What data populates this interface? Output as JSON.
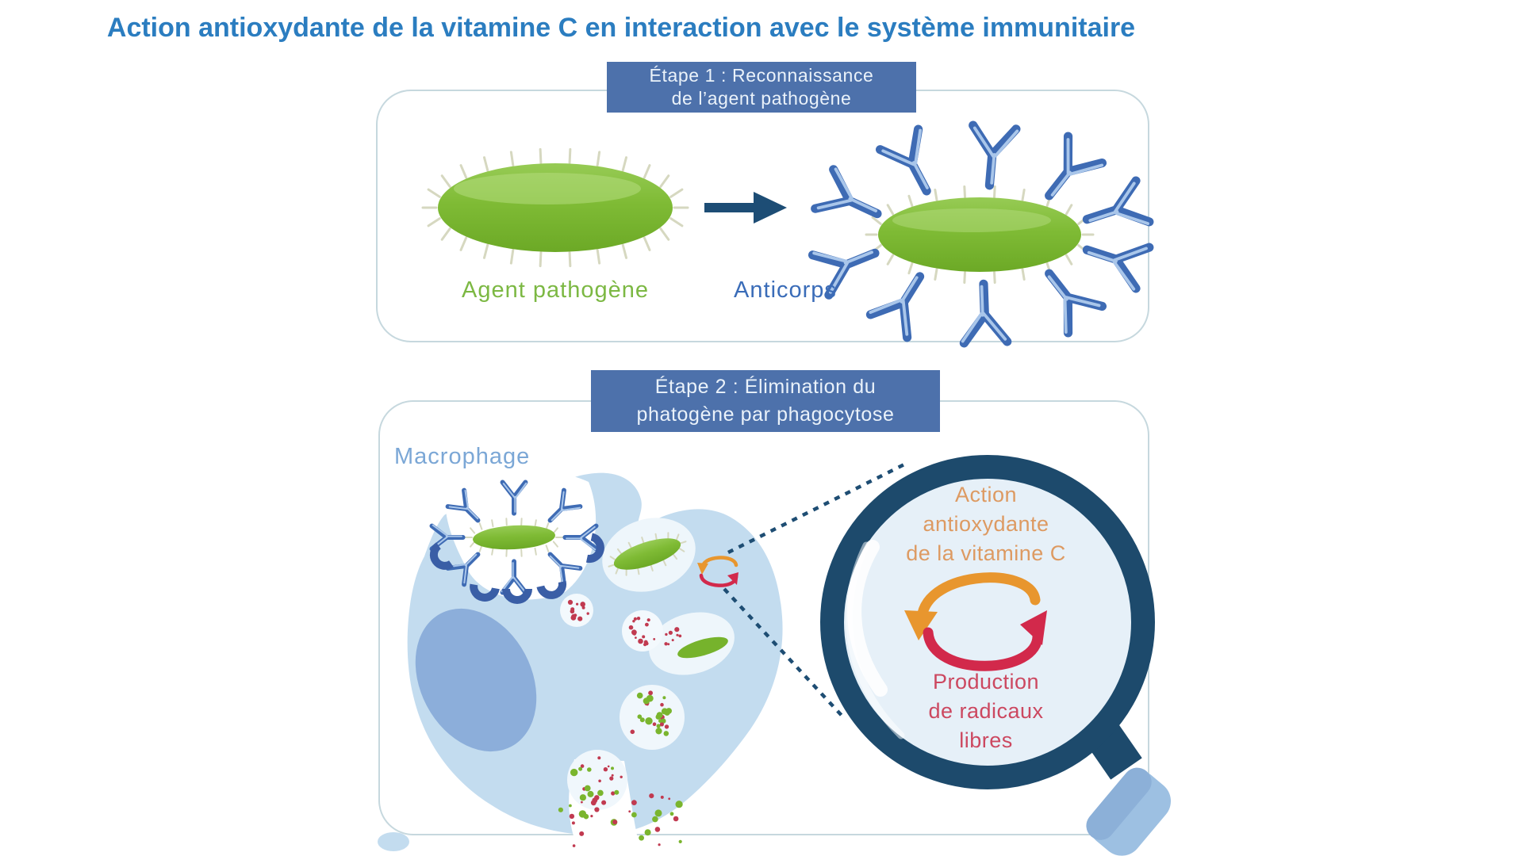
{
  "title": "Action antioxydante de la vitamine C en interaction avec le système immunitaire",
  "step1": {
    "badge": {
      "line1": "Étape 1 : Reconnaissance",
      "line2": "de l’agent pathogène"
    },
    "pathogen_label": "Agent pathogène",
    "antibody_label": "Anticorps"
  },
  "step2": {
    "badge": {
      "line1": "Étape 2 : Élimination du",
      "line2": "phatogène par phagocytose"
    },
    "macrophage_label": "Macrophage",
    "lens": {
      "action_line1": "Action",
      "action_line2": "antioxydante",
      "action_line3": "de la vitamine C",
      "radicals_line1": "Production",
      "radicals_line2": "de radicaux",
      "radicals_line3": "libres"
    }
  },
  "icons": {
    "magnifier": "magnifier-icon",
    "redox_cycle": "redox-cycle-icon",
    "arrow_right": "arrow-right-icon",
    "antibody": "antibody-icon"
  },
  "colors": {
    "title_blue": "#2b7dc0",
    "badge_blue": "#4d71ab",
    "pathogen_green": "#7cb832",
    "label_green": "#7cb843",
    "label_blue": "#3a6cb8",
    "antibody_blue": "#3e6bb4",
    "navy": "#1d4a6c",
    "macrophage_fill": "#c3dcef",
    "nucleus_blue": "#8caeda",
    "vesicle_fill": "#eef6fb",
    "lens_fill": "#e6f0f8",
    "orange": "#e8962e",
    "orange_text": "#dd9a62",
    "red": "#d2294b",
    "red_text": "#cc4860",
    "radical_red": "#c13a50",
    "radical_green": "#7ab52e",
    "handle_blue": "#9dc0e2",
    "panel_border": "#c6d8de"
  }
}
